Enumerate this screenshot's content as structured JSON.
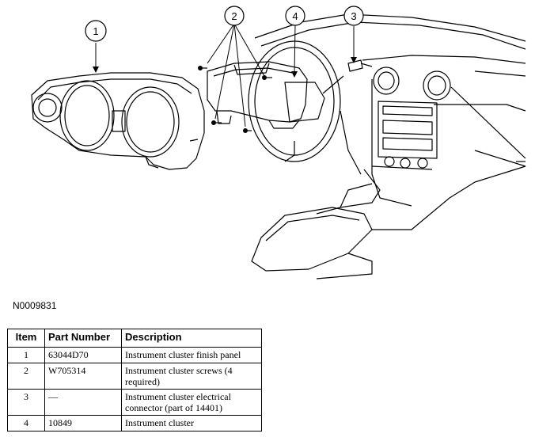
{
  "callouts": [
    {
      "number": "1",
      "target": "instrument-cluster-finish-panel"
    },
    {
      "number": "2",
      "target": "instrument-cluster-screws"
    },
    {
      "number": "4",
      "target": "instrument-cluster"
    },
    {
      "number": "3",
      "target": "instrument-cluster-electrical-connector"
    }
  ],
  "figure_id": "N0009831",
  "table": {
    "headers": [
      "Item",
      "Part Number",
      "Description"
    ],
    "rows": [
      {
        "item": "1",
        "part_number": "63044D70",
        "description": "Instrument cluster finish panel"
      },
      {
        "item": "2",
        "part_number": "W705314",
        "description": "Instrument cluster screws (4 required)"
      },
      {
        "item": "3",
        "part_number": "—",
        "description": "Instrument cluster electrical connector (part of 14401)"
      },
      {
        "item": "4",
        "part_number": "10849",
        "description": "Instrument cluster"
      }
    ]
  }
}
